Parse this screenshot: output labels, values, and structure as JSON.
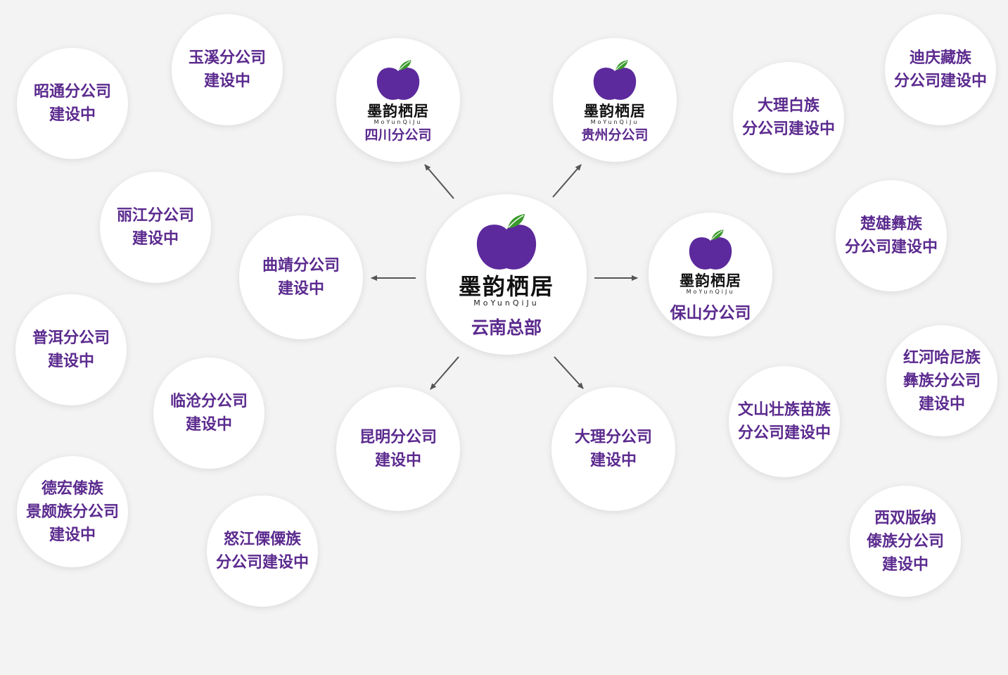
{
  "colors": {
    "background": "#f3f3f3",
    "circle": "#ffffff",
    "text": "#5b2a8e",
    "apple": "#5c2a9c",
    "leaf": "#3a9a2c",
    "arrow": "#555555"
  },
  "brand": {
    "name": "墨韵栖居",
    "pinyin": "MoYunQiJu",
    "logo_icon": "purple-apple-icon"
  },
  "hq": {
    "label": "云南总部"
  },
  "branches": {
    "sichuan": "四川分公司",
    "guizhou": "贵州分公司",
    "baoshan": "保山分公司"
  },
  "nodes": {
    "qujing": [
      "曲靖分公司",
      "建设中"
    ],
    "kunming": [
      "昆明分公司",
      "建设中"
    ],
    "dali": [
      "大理分公司",
      "建设中"
    ],
    "yuxi": [
      "玉溪分公司",
      "建设中"
    ],
    "zhaotong": [
      "昭通分公司",
      "建设中"
    ],
    "lijiang": [
      "丽江分公司",
      "建设中"
    ],
    "puer": [
      "普洱分公司",
      "建设中"
    ],
    "lincang": [
      "临沧分公司",
      "建设中"
    ],
    "dehong": [
      "德宏傣族",
      "景颇族分公司",
      "建设中"
    ],
    "nujiang": [
      "怒江傈僳族",
      "分公司建设中"
    ],
    "dali_bai": [
      "大理白族",
      "分公司建设中"
    ],
    "diqing": [
      "迪庆藏族",
      "分公司建设中"
    ],
    "chuxiong": [
      "楚雄彝族",
      "分公司建设中"
    ],
    "honghe": [
      "红河哈尼族",
      "彝族分公司",
      "建设中"
    ],
    "wenshan": [
      "文山壮族苗族",
      "分公司建设中"
    ],
    "xishuangbanna": [
      "西双版纳",
      "傣族分公司",
      "建设中"
    ]
  }
}
